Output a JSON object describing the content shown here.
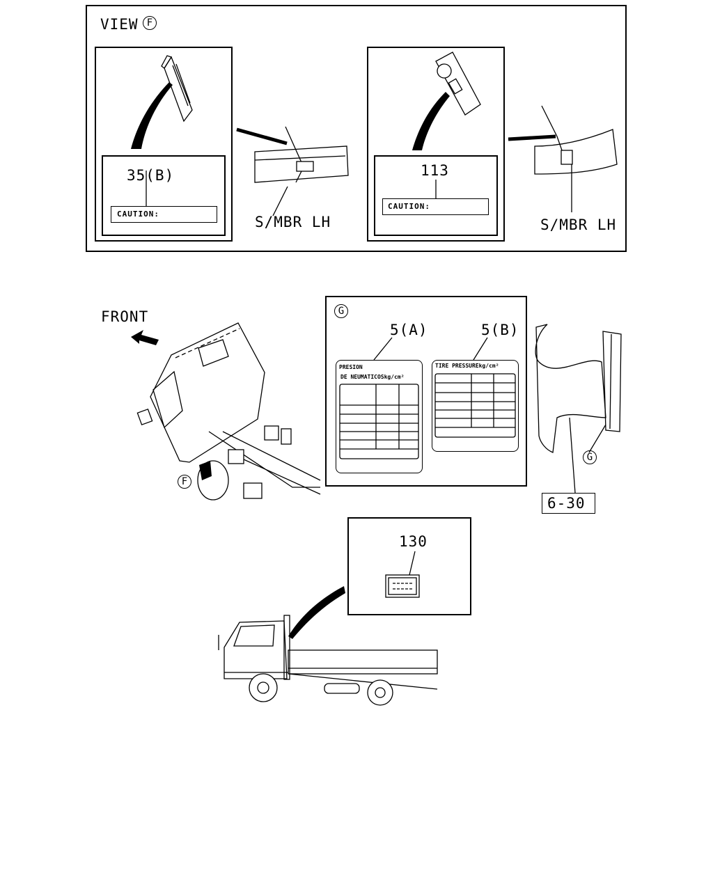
{
  "view_f": {
    "title": "VIEW",
    "marker": "F",
    "left_panel": {
      "part_number": "35(B)",
      "label_text": "CAUTION:"
    },
    "right_panel": {
      "part_number": "113",
      "label_text": "CAUTION:"
    },
    "left_location": "S/MBR LH",
    "right_location": "S/MBR LH"
  },
  "main": {
    "front_label": "FRONT",
    "view_f_marker": "F",
    "view_g_marker": "G",
    "callout_ref": "6-30"
  },
  "view_g": {
    "marker": "G",
    "label_a": {
      "part_number": "5(A)",
      "line1": "PRESION",
      "line2": "DE NEUMATICOSkg/cm²"
    },
    "label_b": {
      "part_number": "5(B)",
      "line1": "TIRE PRESSUREkg/cm²"
    }
  },
  "cab_label": {
    "part_number": "130"
  }
}
